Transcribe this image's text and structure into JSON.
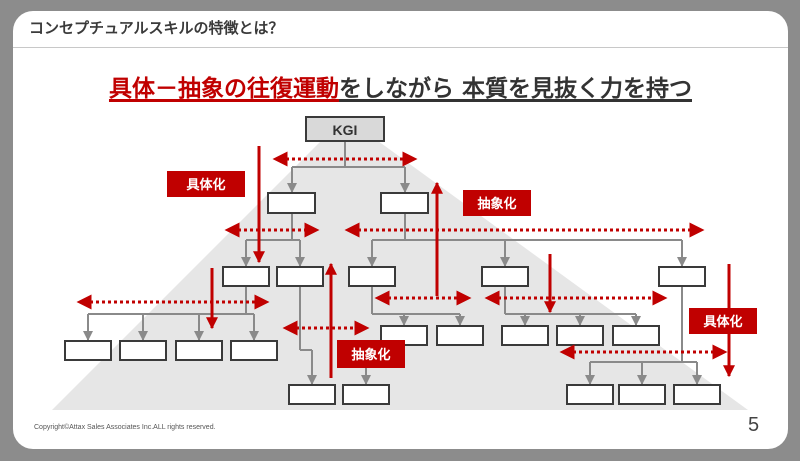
{
  "slide": {
    "title": "コンセプチュアルスキルの特徴とは？",
    "headline_highlight": "具体－抽象の往復運動",
    "headline_rest": "をしながら 本質を見抜く力を持つ",
    "root_label": "KGI",
    "tags": {
      "concretize_left": "具体化",
      "abstract_top": "抽象化",
      "abstract_bottom": "抽象化",
      "concretize_right": "具体化"
    },
    "copyright": "Copyright©Attax Sales Associates Inc.ALL rights reserved.",
    "page_number": "5"
  },
  "colors": {
    "accent_red": "#c00000",
    "connector_gray": "#8a8a8a",
    "box_border": "#3a3a3a",
    "pyramid": "#e6e6e6"
  }
}
